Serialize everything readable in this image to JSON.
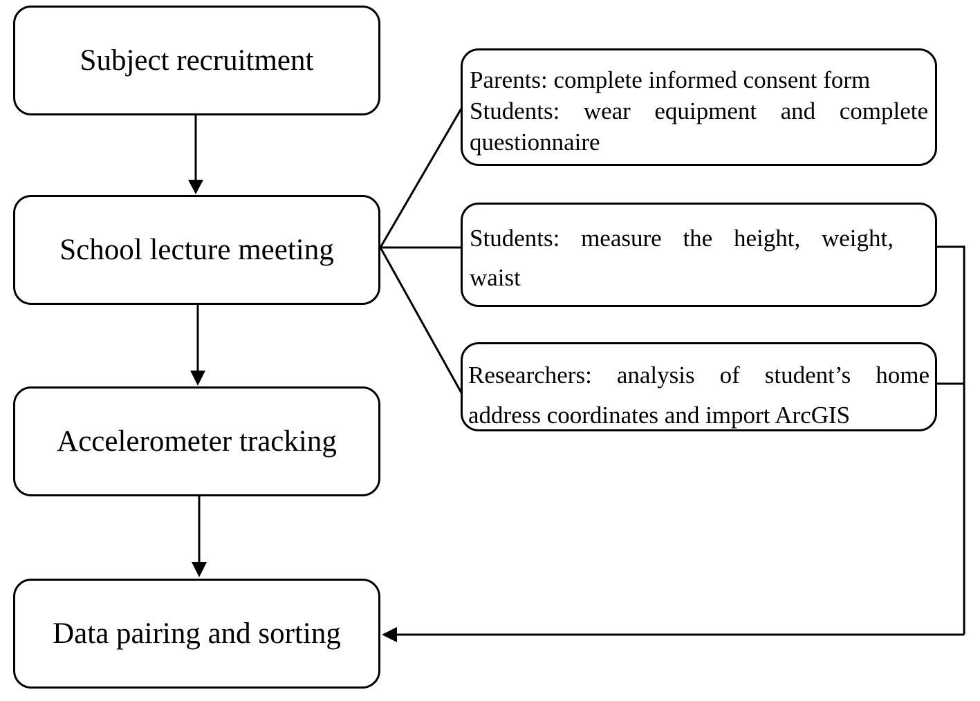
{
  "steps": {
    "recruitment": "Subject recruitment",
    "lecture": "School lecture meeting",
    "accelerometer": "Accelerometer tracking",
    "data": "Data pairing and sorting"
  },
  "activities": {
    "parents": "Parents: complete informed consent form",
    "students_wear_line1": "Students: wear equipment and complete",
    "students_wear_line2": "questionnaire",
    "measure_line1": "Students: measure the height, weight,",
    "measure_line2": "waist",
    "researchers_line1": "Researchers: analysis of student’s home",
    "researchers_line2": "address coordinates and import ArcGIS"
  }
}
